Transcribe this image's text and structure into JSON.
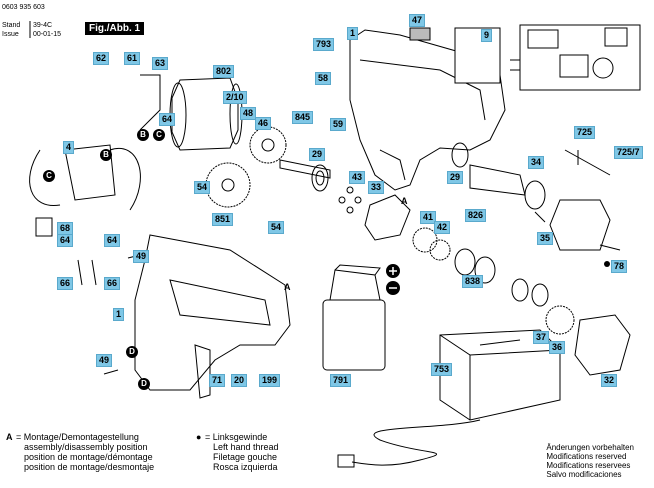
{
  "header": {
    "part_number": "0603 935 603",
    "stand_label": "Stand",
    "stand_value": "39-4C",
    "issue_label": "Issue",
    "issue_value": "00-01-15",
    "figure_title": "Fig./Abb. 1"
  },
  "part_labels": {
    "p47": "47",
    "p1a": "1",
    "p9": "9",
    "p793": "793",
    "p58": "58",
    "p62": "62",
    "p61": "61",
    "p63": "63",
    "p802": "802",
    "p2_10": "2/10",
    "p64a": "64",
    "p48": "48",
    "p46": "46",
    "p845": "845",
    "p59": "59",
    "p29a": "29",
    "p43": "43",
    "p33": "33",
    "p4": "4",
    "p54a": "54",
    "p851": "851",
    "p54b": "54",
    "p725": "725",
    "p725_7": "725/7",
    "p34": "34",
    "p29b": "29",
    "p826": "826",
    "p35": "35",
    "p41": "41",
    "p42": "42",
    "p68": "68",
    "p64b": "64",
    "p64c": "64",
    "p49a": "49",
    "p66a": "66",
    "p66b": "66",
    "p78": "78",
    "p838": "838",
    "p37": "37",
    "p36": "36",
    "p1b": "1",
    "p49b": "49",
    "p71": "71",
    "p20": "20",
    "p199": "199",
    "p791": "791",
    "p753": "753",
    "p32": "32"
  },
  "letter_marks": {
    "B1": "B",
    "B2": "B",
    "C1": "C",
    "C2": "C",
    "A1": "A",
    "A2": "A",
    "D1": "D",
    "D2": "D"
  },
  "legend": {
    "a_key": "A",
    "a_lines": [
      "= Montage/Demontagestellung",
      "assembly/disassembly position",
      "position de montage/démontage",
      "position de montage/desmontaje"
    ],
    "lh_key": "●",
    "lh_lines": [
      "= Linksgewinde",
      "Left hand thread",
      "Filetage gouche",
      "Rosca izquierda"
    ]
  },
  "footer": {
    "lines": [
      "Änderungen vorbehalten",
      "Modifications reserved",
      "Modifications reservees",
      "Salvo modificaciones"
    ]
  },
  "colors": {
    "label_fill": "#7fc7e6",
    "ink": "#000000"
  }
}
